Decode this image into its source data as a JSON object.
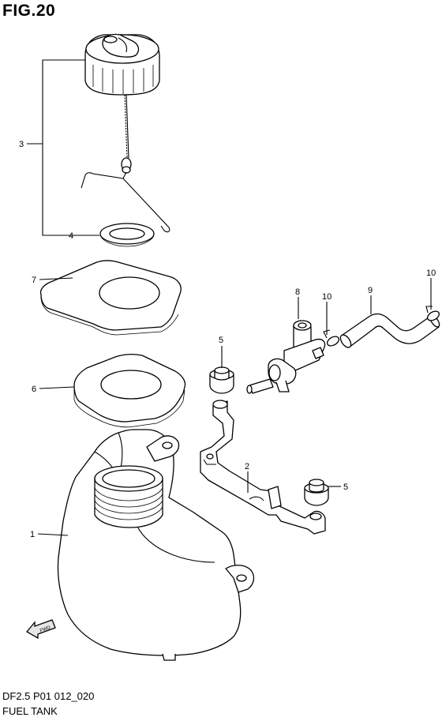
{
  "figure": {
    "title": "FIG.20",
    "code": "DF2.5 P01 012_020",
    "name": "FUEL TANK"
  },
  "callouts": [
    {
      "id": "c1",
      "label": "1"
    },
    {
      "id": "c2",
      "label": "2"
    },
    {
      "id": "c3",
      "label": "3"
    },
    {
      "id": "c4",
      "label": "4"
    },
    {
      "id": "c5a",
      "label": "5"
    },
    {
      "id": "c5b",
      "label": "5"
    },
    {
      "id": "c6",
      "label": "6"
    },
    {
      "id": "c7",
      "label": "7"
    },
    {
      "id": "c8",
      "label": "8"
    },
    {
      "id": "c9",
      "label": "9"
    },
    {
      "id": "c10a",
      "label": "10"
    },
    {
      "id": "c10b",
      "label": "10"
    }
  ],
  "fwd_label": "FWD"
}
